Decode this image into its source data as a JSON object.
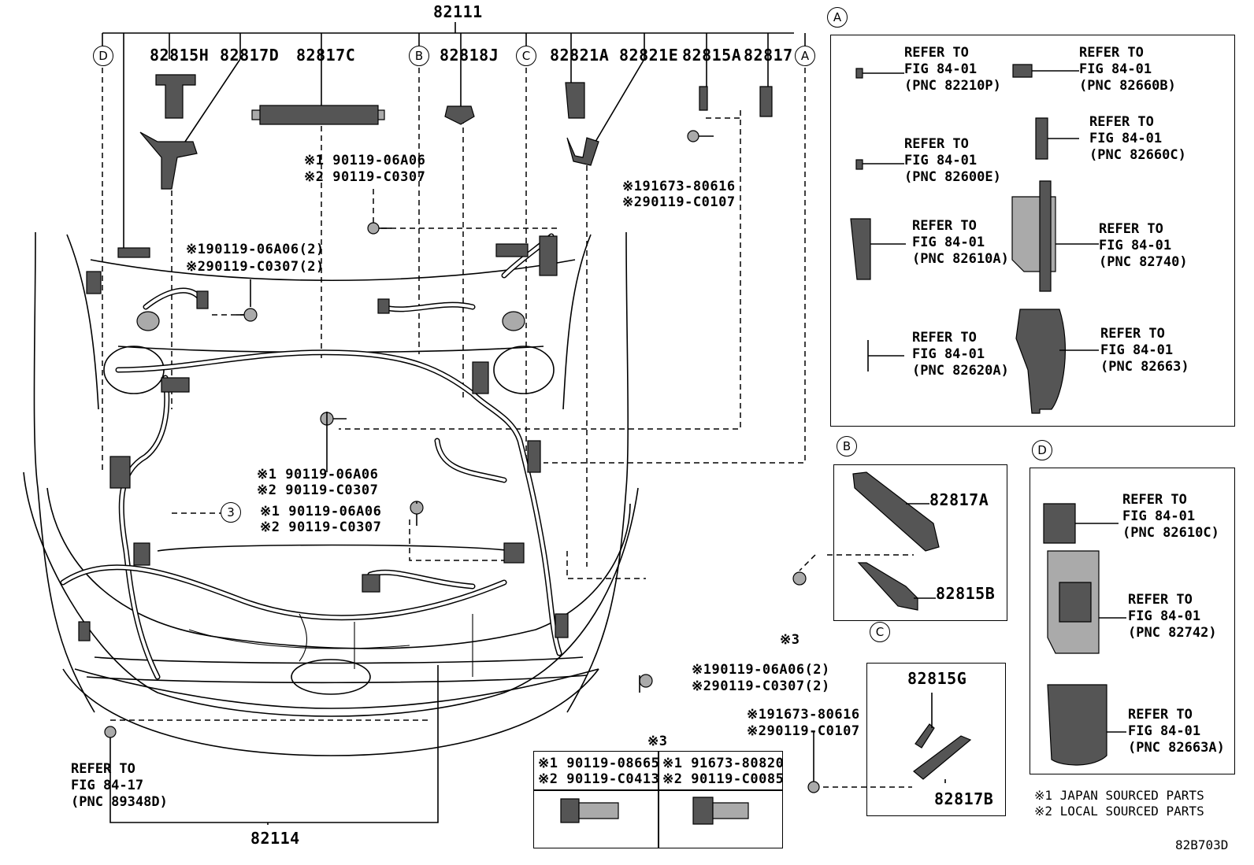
{
  "top_labels": {
    "main": "82111",
    "p1": "82815H",
    "p2": "82817D",
    "p3": "82817C",
    "p4": "82818J",
    "p5": "82821A",
    "p6": "82821E",
    "p7": "82815A",
    "p8": "82817",
    "bottom": "82114",
    "drawing_no": "82B703D"
  },
  "callouts": {
    "a": "A",
    "b": "B",
    "c": "C",
    "d": "D",
    "three": "3"
  },
  "bolt_notes": {
    "n1": "※1 90119-06A06",
    "n2": "※2 90119-C0307",
    "n3": "※190119-06A06(2)",
    "n4": "※290119-C0307(2)",
    "n5": "※191673-80616",
    "n6": "※290119-C0107",
    "n7": "※1 90119-06A06",
    "n8": "※2 90119-C0307",
    "n9": "※1 90119-06A06",
    "n10": "※2 90119-C0307",
    "n11": "※190119-06A06(2)",
    "n12": "※290119-C0307(2)",
    "n13": "※191673-80616",
    "n14": "※290119-C0107",
    "x3": "※3"
  },
  "refer_main": {
    "l1": "REFER TO",
    "l2": "FIG 84-17",
    "l3": "(PNC 89348D)"
  },
  "panel_a": [
    {
      "l1": "REFER TO",
      "l2": "FIG 84-01",
      "l3": "(PNC 82210P)"
    },
    {
      "l1": "REFER TO",
      "l2": "FIG 84-01",
      "l3": "(PNC 82660B)"
    },
    {
      "l1": "REFER TO",
      "l2": "FIG 84-01",
      "l3": "(PNC 82660C)"
    },
    {
      "l1": "REFER TO",
      "l2": "FIG 84-01",
      "l3": "(PNC 82600E)"
    },
    {
      "l1": "REFER TO",
      "l2": "FIG 84-01",
      "l3": "(PNC 82610A)"
    },
    {
      "l1": "REFER TO",
      "l2": "FIG 84-01",
      "l3": "(PNC 82740)"
    },
    {
      "l1": "REFER TO",
      "l2": "FIG 84-01",
      "l3": "(PNC 82620A)"
    },
    {
      "l1": "REFER TO",
      "l2": "FIG 84-01",
      "l3": "(PNC 82663)"
    }
  ],
  "panel_b": {
    "p1": "82817A",
    "p2": "82815B",
    "x3": "※3"
  },
  "panel_c": {
    "p1": "82815G",
    "p2": "82817B"
  },
  "panel_d": [
    {
      "l1": "REFER TO",
      "l2": "FIG 84-01",
      "l3": "(PNC 82610C)"
    },
    {
      "l1": "REFER TO",
      "l2": "FIG 84-01",
      "l3": "(PNC 82742)"
    },
    {
      "l1": "REFER TO",
      "l2": "FIG 84-01",
      "l3": "(PNC 82663A)"
    }
  ],
  "fastener_table": {
    "title": "※3",
    "col1": {
      "a": "※1 90119-08665",
      "b": "※2 90119-C0413"
    },
    "col2": {
      "a": "※1 91673-80820",
      "b": "※2 90119-C0085"
    }
  },
  "legend": {
    "l1": "※1 JAPAN SOURCED PARTS",
    "l2": "※2 LOCAL SOURCED PARTS"
  }
}
